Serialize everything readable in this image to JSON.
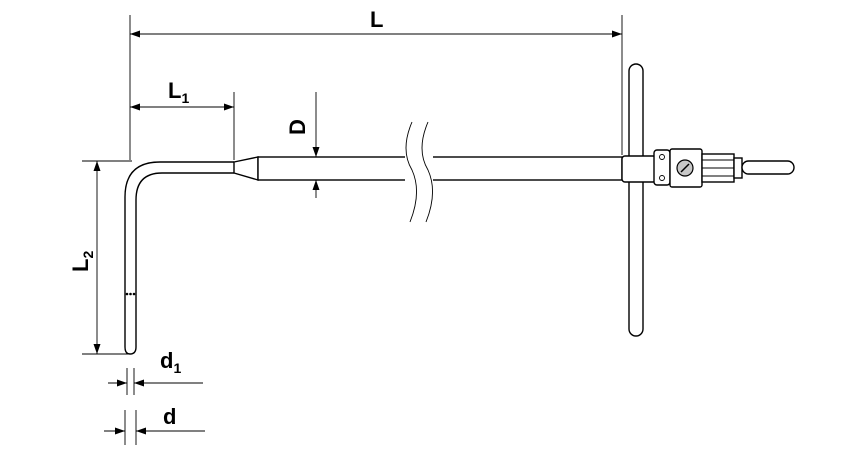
{
  "dimensions": {
    "L": "L",
    "L1": {
      "main": "L",
      "sub": "1"
    },
    "L2": {
      "main": "L",
      "sub": "2"
    },
    "D": "D",
    "d1": {
      "main": "d",
      "sub": "1"
    },
    "d": "d"
  },
  "colors": {
    "stroke": "#000000",
    "background": "#ffffff",
    "screw": "#c8c8c8"
  }
}
